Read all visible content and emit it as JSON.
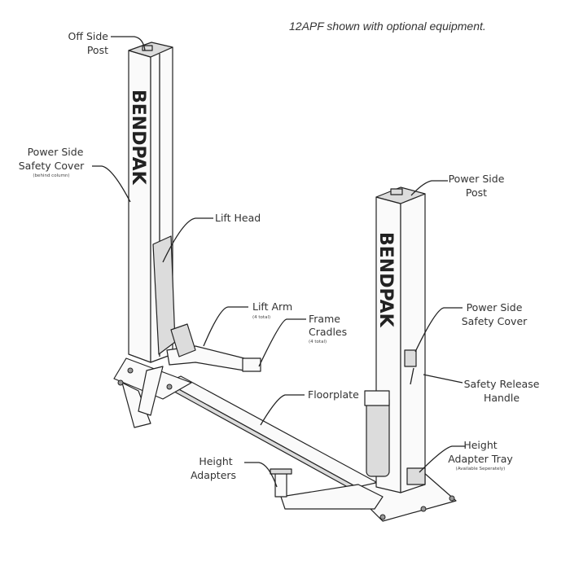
{
  "caption": "12APF shown with optional equipment.",
  "brand": "BENDPAK",
  "labels": {
    "off_side_post": [
      "Off Side",
      "Post"
    ],
    "power_side_safety_cover_left": [
      "Power Side",
      "Safety Cover",
      "(behind column)"
    ],
    "lift_head": "Lift Head",
    "lift_arm": [
      "Lift Arm",
      "(4 total)"
    ],
    "frame_cradles": [
      "Frame",
      "Cradles",
      "(4 total)"
    ],
    "floorplate": "Floorplate",
    "power_side_post": [
      "Power Side",
      "Post"
    ],
    "power_side_safety_cover": [
      "Power Side",
      "Safety Cover"
    ],
    "safety_release_handle": [
      "Safety Release",
      "Handle"
    ],
    "height_adapter_tray": [
      "Height",
      "Adapter Tray",
      "(Available Seperately)"
    ],
    "height_adapters": [
      "Height",
      "Adapters"
    ]
  }
}
